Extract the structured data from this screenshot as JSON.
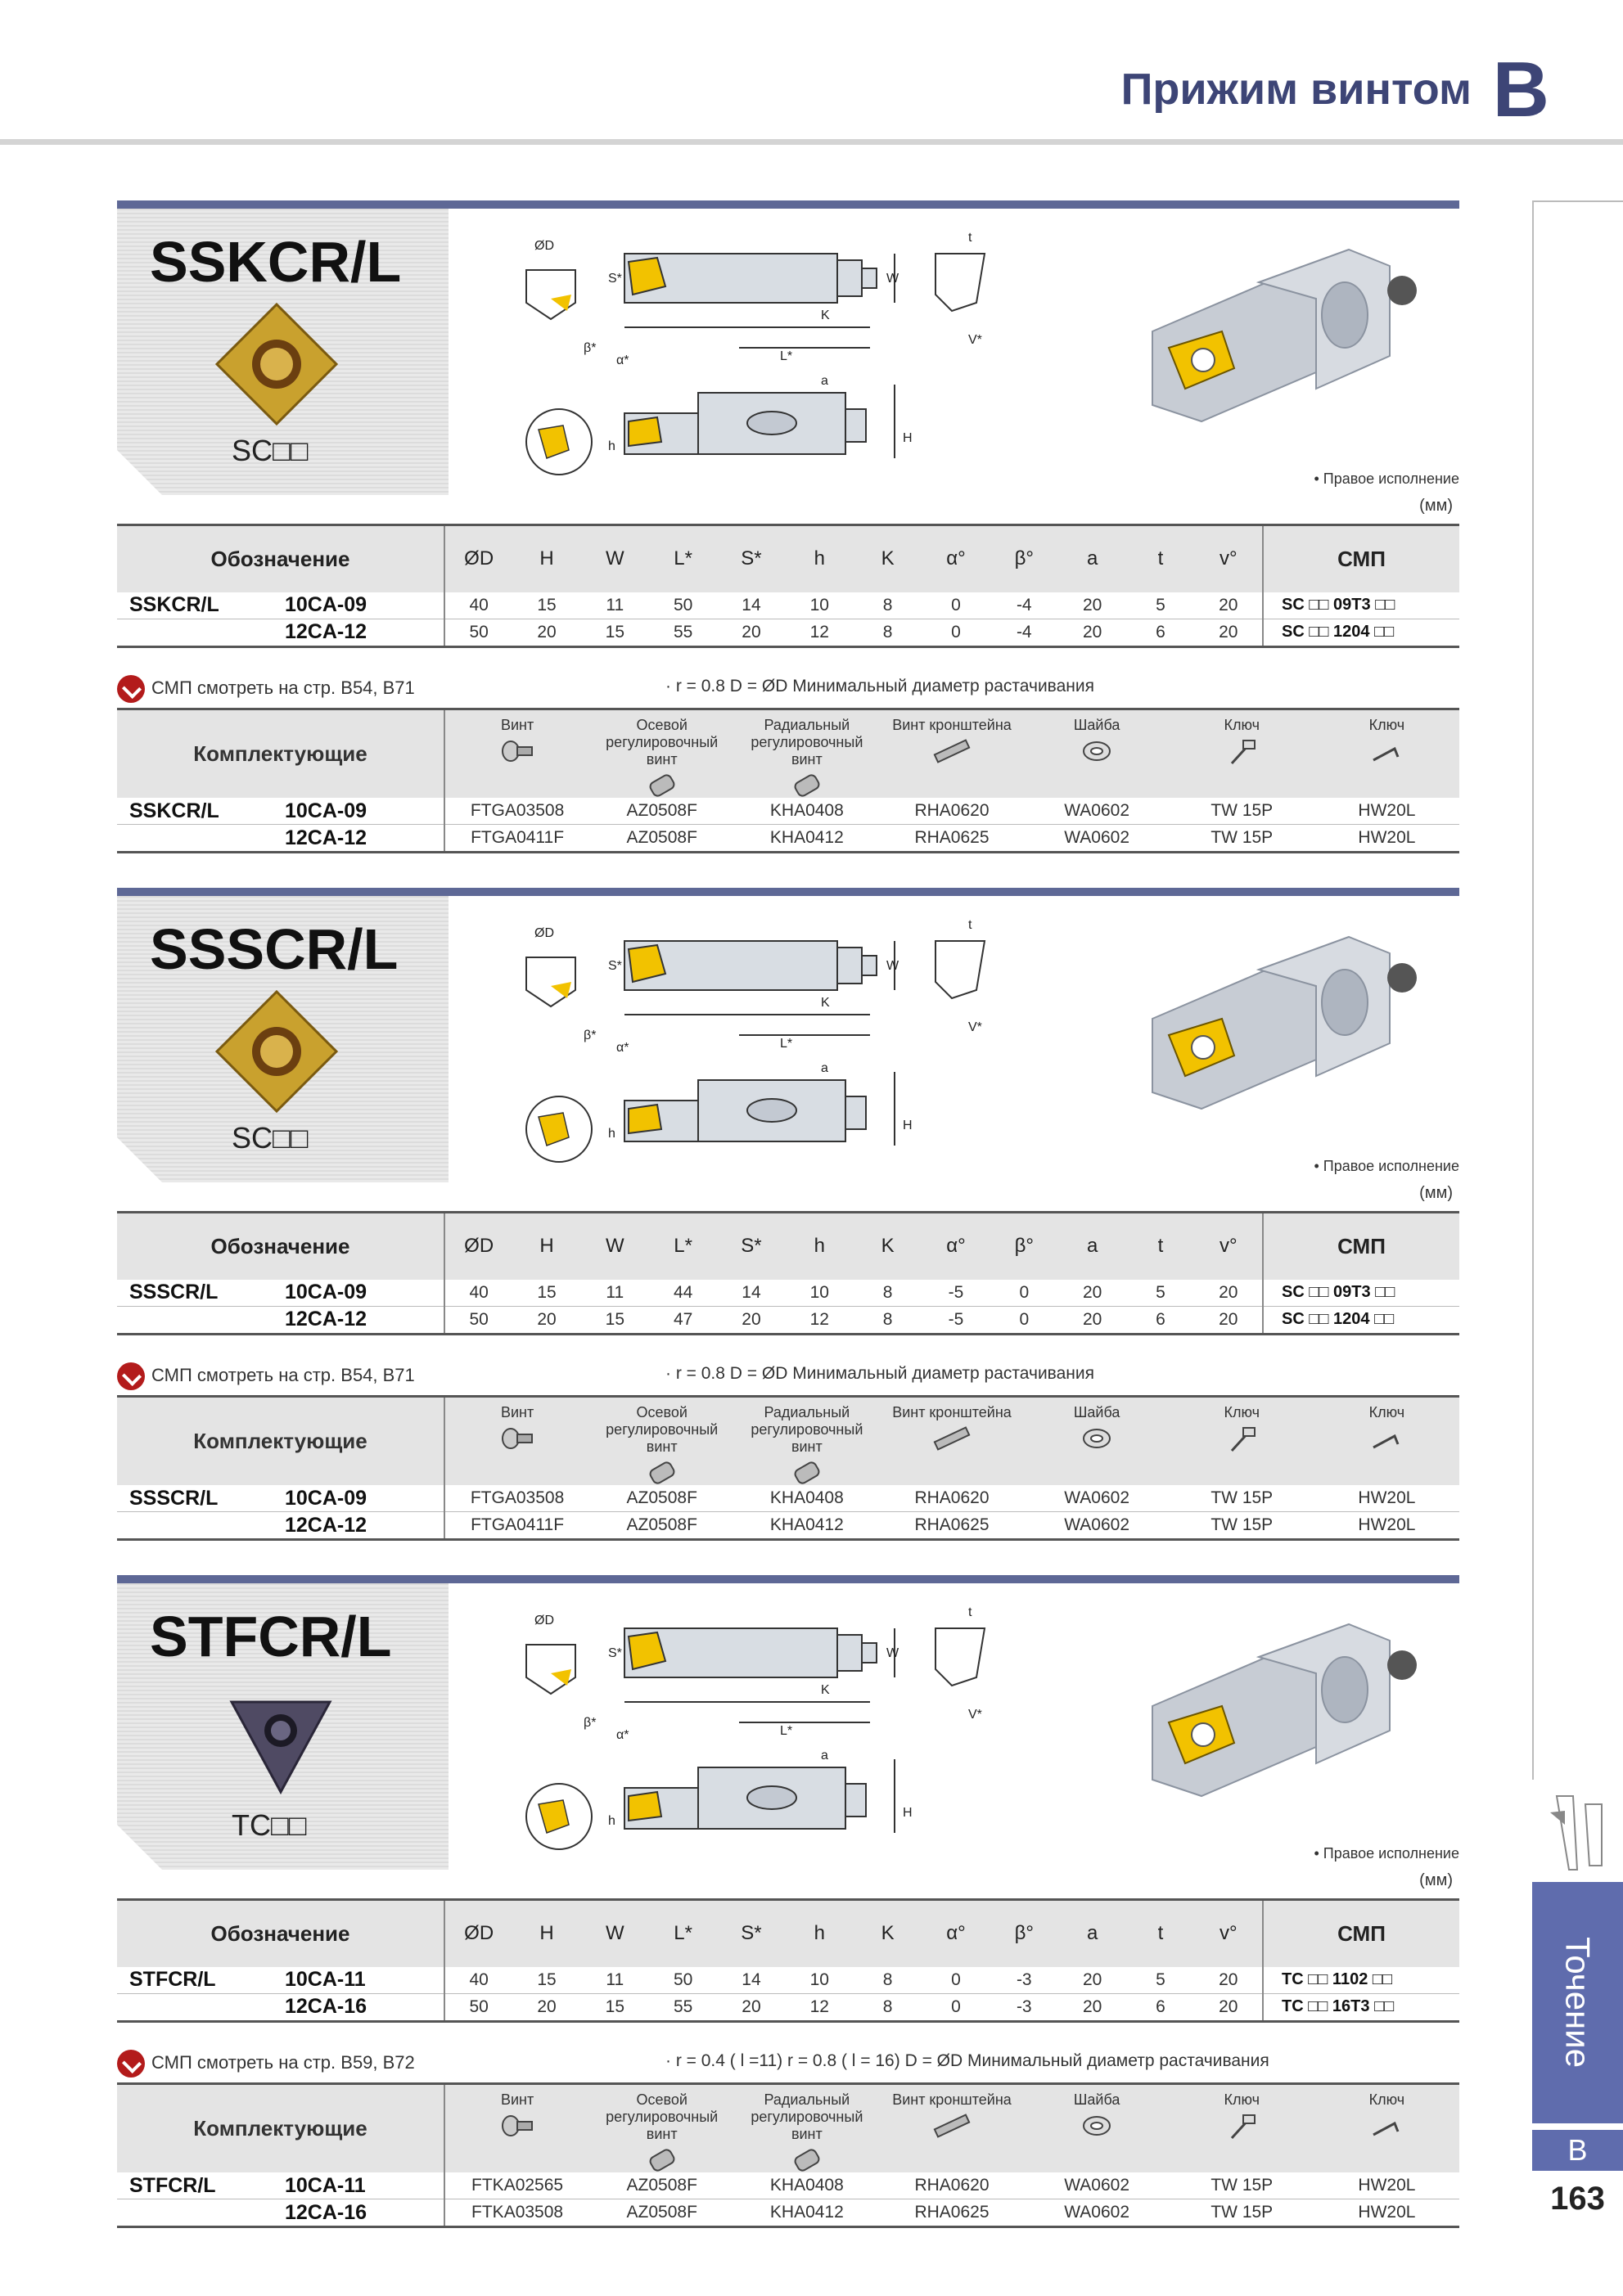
{
  "header": {
    "title": "Прижим винтом",
    "letter": "B"
  },
  "side_tab": {
    "label": "Точение",
    "letter": "B"
  },
  "page_number": "163",
  "common": {
    "right_version": "• Правое исполнение",
    "mm": "(мм)",
    "col_designation": "Обозначение",
    "col_insert": "СМП",
    "col_accessories": "Комплектующие",
    "columns": [
      "ØD",
      "H",
      "W",
      "L*",
      "S*",
      "h",
      "K",
      "α°",
      "β°",
      "a",
      "t",
      "v°"
    ],
    "acc_columns": [
      "Винт",
      "Осевой регулировочный винт",
      "Радиальный регулировочный винт",
      "Винт кронштейна",
      "Шайба",
      "Ключ",
      "Ключ"
    ]
  },
  "sections": [
    {
      "title": "SSKCR/L",
      "insert_label": "SC□□",
      "insert_color": "#c9a12e",
      "rows": [
        {
          "name": "SSKCR/L",
          "code": "10CA-09",
          "values": [
            "40",
            "15",
            "11",
            "50",
            "14",
            "10",
            "8",
            "0",
            "-4",
            "20",
            "5",
            "20"
          ],
          "insert": "SC □□ 09T3 □□"
        },
        {
          "name": "",
          "code": "12CA-12",
          "values": [
            "50",
            "20",
            "15",
            "55",
            "20",
            "12",
            "8",
            "0",
            "-4",
            "20",
            "6",
            "20"
          ],
          "insert": "SC □□ 1204 □□"
        }
      ],
      "note_ref": "СМП смотреть на стр.  B54, B71",
      "note_r": "· r = 0.8     D = ØD Минимальный диаметр растачивания",
      "acc_rows": [
        {
          "name": "SSKCR/L",
          "code": "10CA-09",
          "values": [
            "FTGA03508",
            "AZ0508F",
            "KHA0408",
            "RHA0620",
            "WA0602",
            "TW 15P",
            "HW20L"
          ]
        },
        {
          "name": "",
          "code": "12CA-12",
          "values": [
            "FTGA0411F",
            "AZ0508F",
            "KHA0412",
            "RHA0625",
            "WA0602",
            "TW 15P",
            "HW20L"
          ]
        }
      ]
    },
    {
      "title": "SSSCR/L",
      "insert_label": "SC□□",
      "insert_color": "#c9a12e",
      "rows": [
        {
          "name": "SSSCR/L",
          "code": "10CA-09",
          "values": [
            "40",
            "15",
            "11",
            "44",
            "14",
            "10",
            "8",
            "-5",
            "0",
            "20",
            "5",
            "20"
          ],
          "insert": "SC □□ 09T3 □□"
        },
        {
          "name": "",
          "code": "12CA-12",
          "values": [
            "50",
            "20",
            "15",
            "47",
            "20",
            "12",
            "8",
            "-5",
            "0",
            "20",
            "6",
            "20"
          ],
          "insert": "SC □□ 1204 □□"
        }
      ],
      "note_ref": "СМП смотреть на стр.  B54, B71",
      "note_r": "· r = 0.8     D = ØD Минимальный диаметр растачивания",
      "acc_rows": [
        {
          "name": "SSSCR/L",
          "code": "10CA-09",
          "values": [
            "FTGA03508",
            "AZ0508F",
            "KHA0408",
            "RHA0620",
            "WA0602",
            "TW 15P",
            "HW20L"
          ]
        },
        {
          "name": "",
          "code": "12CA-12",
          "values": [
            "FTGA0411F",
            "AZ0508F",
            "KHA0412",
            "RHA0625",
            "WA0602",
            "TW 15P",
            "HW20L"
          ]
        }
      ]
    },
    {
      "title": "STFCR/L",
      "insert_label": "TC□□",
      "insert_color": "#4f4a63",
      "rows": [
        {
          "name": "STFCR/L",
          "code": "10CA-11",
          "values": [
            "40",
            "15",
            "11",
            "50",
            "14",
            "10",
            "8",
            "0",
            "-3",
            "20",
            "5",
            "20"
          ],
          "insert": "TC □□ 1102 □□"
        },
        {
          "name": "",
          "code": "12CA-16",
          "values": [
            "50",
            "20",
            "15",
            "55",
            "20",
            "12",
            "8",
            "0",
            "-3",
            "20",
            "6",
            "20"
          ],
          "insert": "TC □□ 16T3 □□"
        }
      ],
      "note_ref": "СМП смотреть на стр.  B59, B72",
      "note_r": "· r = 0.4 ( l =11) r = 0.8 ( l = 16)     D =  ØD Минимальный диаметр растачивания",
      "acc_rows": [
        {
          "name": "STFCR/L",
          "code": "10CA-11",
          "values": [
            "FTKA02565",
            "AZ0508F",
            "KHA0408",
            "RHA0620",
            "WA0602",
            "TW 15P",
            "HW20L"
          ]
        },
        {
          "name": "",
          "code": "12CA-16",
          "values": [
            "FTKA03508",
            "AZ0508F",
            "KHA0412",
            "RHA0625",
            "WA0602",
            "TW 15P",
            "HW20L"
          ]
        }
      ]
    }
  ]
}
